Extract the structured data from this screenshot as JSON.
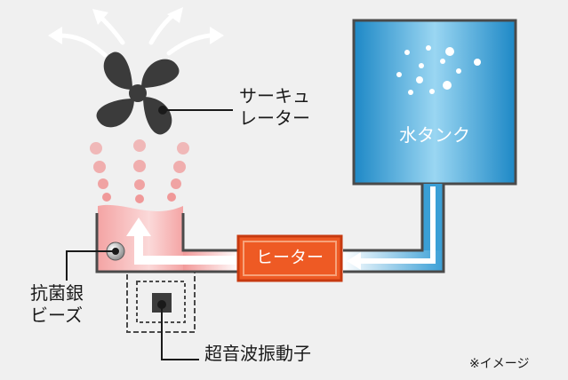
{
  "labels": {
    "circulator": "サーキュ\nレーター",
    "water_tank": "水タンク",
    "heater": "ヒーター",
    "antibacterial": "抗菌銀\nビーズ",
    "transducer": "超音波振動子",
    "note": "※イメージ"
  },
  "icons": [
    "fan-icon",
    "airflow-arrow-icon",
    "water-tank-icon",
    "heater-icon",
    "silver-bead-icon",
    "transducer-icon",
    "water-droplet-icon",
    "mist-particle-icon"
  ],
  "colors": {
    "background": "#f0f0f0",
    "tank_gradient_start": "#1f8cc8",
    "tank_gradient_mid": "#8fd0ef",
    "heater_fill": "#ee5a24",
    "heater_border": "#c73a10",
    "mist": "#f08a8a",
    "fan": "#3b3b3b",
    "outline": "#4a4a4a"
  }
}
